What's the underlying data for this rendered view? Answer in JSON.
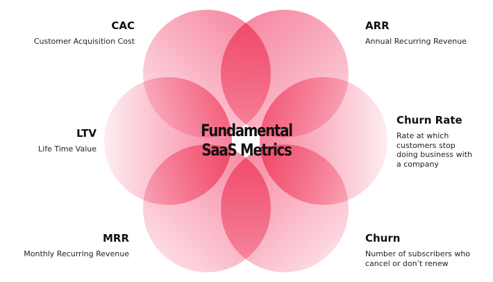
{
  "title": {
    "line1": "Fundamental",
    "line2": "SaaS Metrics"
  },
  "colors": {
    "petal": "#f0436e",
    "overlap": "#e8284f"
  },
  "metrics": [
    {
      "id": "cac",
      "title": "CAC",
      "desc": "Customer Acquisition Cost"
    },
    {
      "id": "arr",
      "title": "ARR",
      "desc": "Annual Recurring Revenue"
    },
    {
      "id": "ltv",
      "title": "LTV",
      "desc": "Life Time Value"
    },
    {
      "id": "churn_rate",
      "title": "Churn Rate",
      "desc_lines": [
        "Rate at which",
        "customers stop",
        "doing business with",
        "a company"
      ]
    },
    {
      "id": "mrr",
      "title": "MRR",
      "desc": "Monthly Recurring Revenue"
    },
    {
      "id": "churn",
      "title": "Churn",
      "desc_lines": [
        "Number of subscribers who",
        "cancel or don’t renew"
      ]
    }
  ]
}
